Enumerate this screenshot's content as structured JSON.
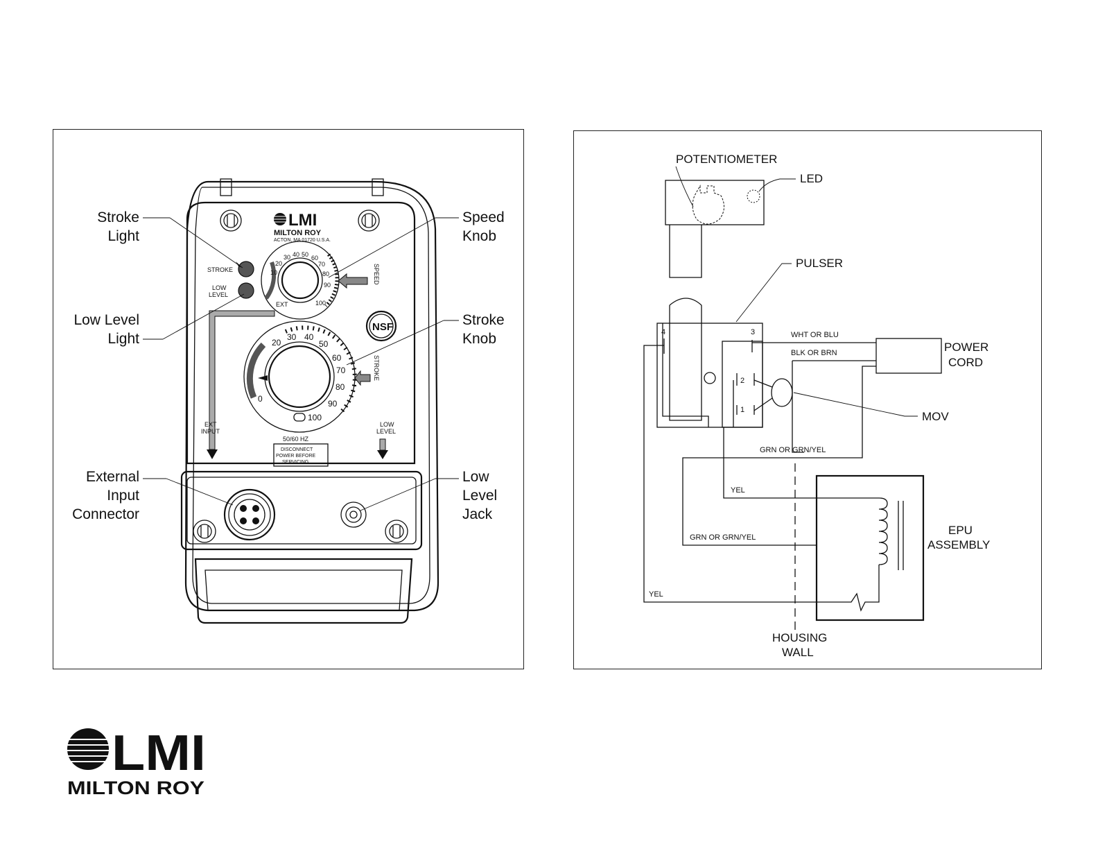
{
  "left_panel": {
    "callouts": {
      "stroke_light": [
        "Stroke",
        "Light"
      ],
      "low_level_light": [
        "Low Level",
        "Light"
      ],
      "external_input_connector": [
        "External",
        "Input",
        "Connector"
      ],
      "speed_knob": [
        "Speed",
        "Knob"
      ],
      "stroke_knob": [
        "Stroke",
        "Knob"
      ],
      "low_level_jack": [
        "Low",
        "Level",
        "Jack"
      ]
    },
    "faceplate": {
      "brand": "LMI",
      "brand_sub": "MILTON ROY",
      "address": "ACTON, MA 01720 U.S.A.",
      "stroke_label": "STROKE",
      "low_level_label": [
        "LOW",
        "LEVEL"
      ],
      "speed_vertical": "SPEED",
      "stroke_vertical": "STROKE",
      "speed_scale": [
        "10",
        "20",
        "30",
        "40",
        "50",
        "60",
        "70",
        "80",
        "90",
        "100"
      ],
      "speed_ext": "EXT",
      "stroke_scale": [
        "0",
        "20",
        "30",
        "40",
        "50",
        "60",
        "70",
        "80",
        "90",
        "100"
      ],
      "nsf": "NSF",
      "ext_input": [
        "EXT",
        "INPUT"
      ],
      "low_level_arrow": [
        "LOW",
        "LEVEL"
      ],
      "hz": "50/60 HZ",
      "warning": [
        "DISCONNECT",
        "POWER BEFORE",
        "SERVICING"
      ]
    }
  },
  "right_panel": {
    "labels": {
      "potentiometer": "POTENTIOMETER",
      "led": "LED",
      "pulser": "PULSER",
      "power_cord": [
        "POWER",
        "CORD"
      ],
      "mov": "MOV",
      "epu_assembly": [
        "EPU",
        "ASSEMBLY"
      ],
      "housing_wall": [
        "HOUSING",
        "WALL"
      ]
    },
    "wires": {
      "wht_or_blu": "WHT OR BLU",
      "blk_or_brn": "BLK OR BRN",
      "grn_or_grn_yel_top": "GRN OR GRN/YEL",
      "yel_top": "YEL",
      "grn_or_grn_yel_bottom": "GRN OR GRN/YEL",
      "yel_bottom": "YEL"
    },
    "terminals": [
      "4",
      "3",
      "2",
      "1"
    ]
  },
  "logo": {
    "brand": "LMI",
    "sub": "MILTON ROY"
  }
}
